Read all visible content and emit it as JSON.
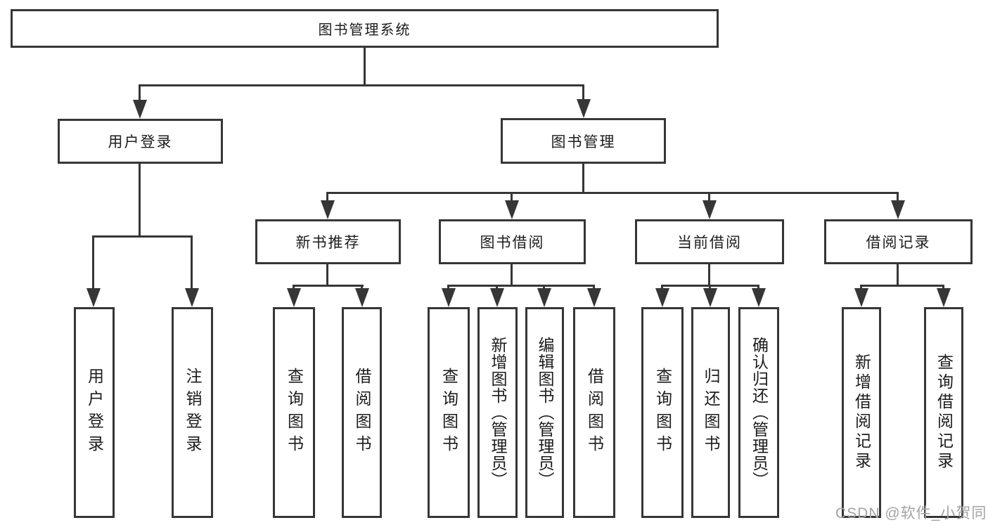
{
  "diagram": {
    "title": "图书管理系统",
    "level2": {
      "user_login": "用户登录",
      "book_management": "图书管理"
    },
    "level3": {
      "new_book_recommend": "新书推荐",
      "book_borrow": "图书借阅",
      "current_borrow": "当前借阅",
      "borrow_records": "借阅记录"
    },
    "leaves": {
      "user_login": [
        "用户登录",
        "注销登录"
      ],
      "new_book_recommend": [
        "查询图书",
        "借阅图书"
      ],
      "book_borrow": [
        "查询图书",
        "新增图书（管理员）",
        "编辑图书（管理员）",
        "借阅图书"
      ],
      "current_borrow": [
        "查询图书",
        "归还图书",
        "确认归还（管理员）"
      ],
      "borrow_records": [
        "新增借阅记录",
        "查询借阅记录"
      ]
    }
  },
  "watermark": "CSDN @软件_小贺同学",
  "colors": {
    "line": "#363636",
    "text": "#1c1c1c",
    "watermark": "#a3a3a3",
    "background": "#ffffff"
  }
}
